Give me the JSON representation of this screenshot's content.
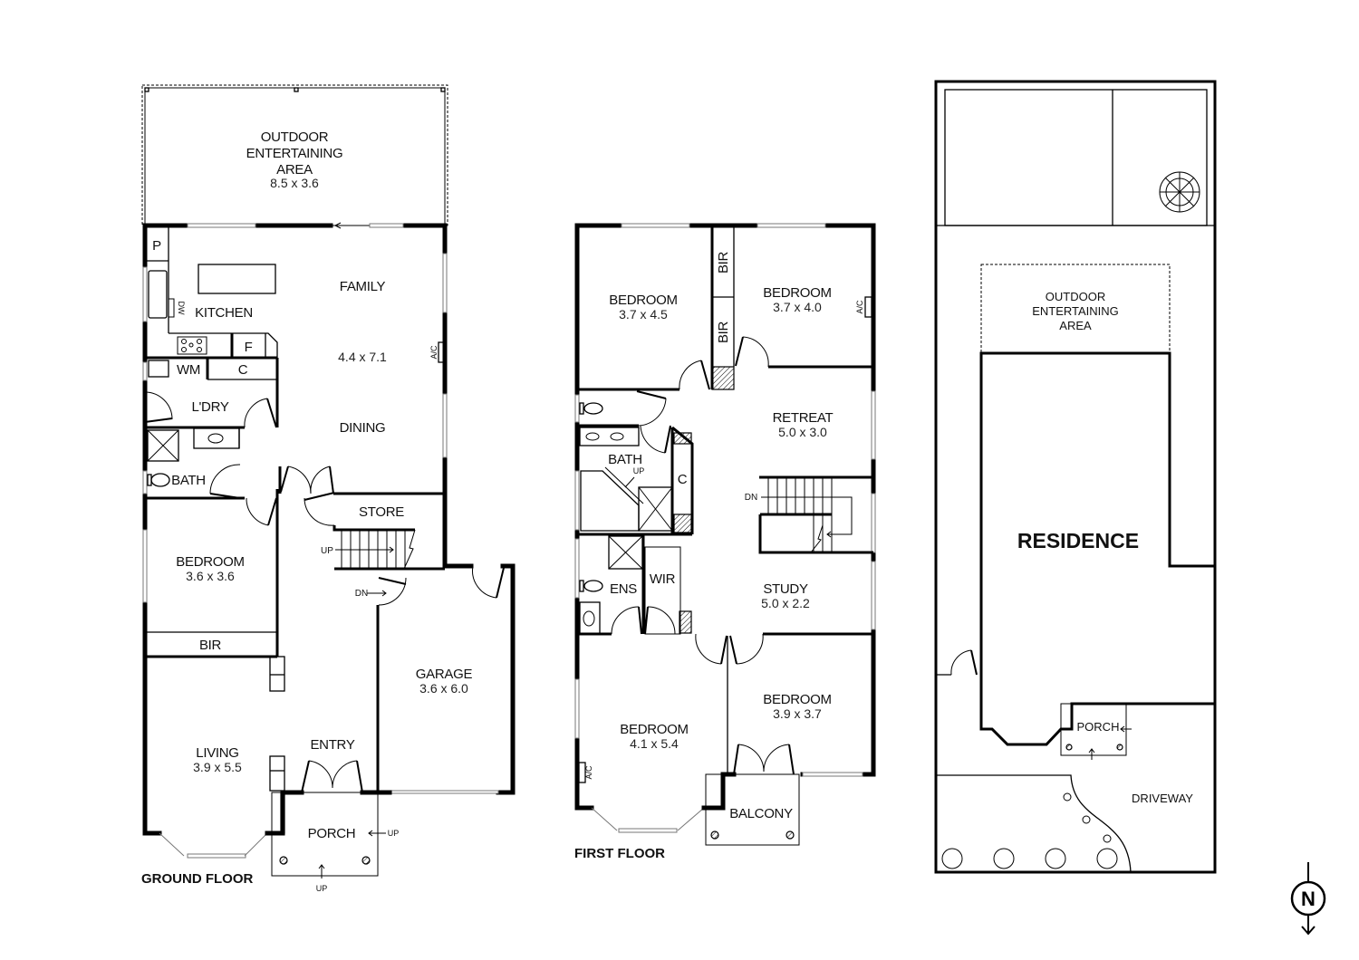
{
  "ground_floor": {
    "title": "GROUND FLOOR",
    "rooms": {
      "outdoor": {
        "name_lines": [
          "OUTDOOR",
          "ENTERTAINING",
          "AREA"
        ],
        "size": "8.5 x 3.6"
      },
      "kitchen": {
        "name": "KITCHEN"
      },
      "family": {
        "name": "FAMILY",
        "size": "4.4 x 7.1"
      },
      "dining": {
        "name": "DINING"
      },
      "pantry": {
        "name": "P"
      },
      "fridge": {
        "name": "F"
      },
      "cupboard": {
        "name": "C"
      },
      "washing_machine": {
        "name": "WM"
      },
      "laundry": {
        "name": "L'DRY"
      },
      "bath": {
        "name": "BATH"
      },
      "store": {
        "name": "STORE"
      },
      "bedroom": {
        "name": "BEDROOM",
        "size": "3.6 x 3.6"
      },
      "bir": {
        "name": "BIR"
      },
      "living": {
        "name": "LIVING",
        "size": "3.9 x 5.5"
      },
      "entry": {
        "name": "ENTRY"
      },
      "porch": {
        "name": "PORCH"
      },
      "garage": {
        "name": "GARAGE",
        "size": "3.6 x 6.0"
      }
    },
    "annotations": {
      "dw": "DW",
      "ac": "A/C",
      "up": "UP",
      "dn": "DN",
      "porch_up_side": "UP",
      "porch_up_front": "UP"
    }
  },
  "first_floor": {
    "title": "FIRST FLOOR",
    "rooms": {
      "bedroom_nw": {
        "name": "BEDROOM",
        "size": "3.7 x 4.5"
      },
      "bedroom_ne": {
        "name": "BEDROOM",
        "size": "3.7 x 4.0"
      },
      "bir_top": {
        "name": "BIR"
      },
      "bir_bottom": {
        "name": "BIR"
      },
      "retreat": {
        "name": "RETREAT",
        "size": "5.0 x 3.0"
      },
      "bath": {
        "name": "BATH"
      },
      "linen": {
        "name": "C"
      },
      "study": {
        "name": "STUDY",
        "size": "5.0 x 2.2"
      },
      "ens": {
        "name": "ENS"
      },
      "wir": {
        "name": "WIR"
      },
      "bedroom_sw": {
        "name": "BEDROOM",
        "size": "4.1 x 5.4"
      },
      "bedroom_se": {
        "name": "BEDROOM",
        "size": "3.9 x 3.7"
      },
      "balcony": {
        "name": "BALCONY"
      }
    },
    "annotations": {
      "ac_ne": "A/C",
      "ac_sw": "A/C",
      "dn": "DN",
      "bath_up": "UP"
    }
  },
  "site_plan": {
    "outdoor": {
      "name_lines": [
        "OUTDOOR",
        "ENTERTAINING",
        "AREA"
      ]
    },
    "residence": {
      "name": "RESIDENCE"
    },
    "porch": {
      "name": "PORCH"
    },
    "driveway": {
      "name": "DRIVEWAY"
    }
  },
  "north_arrow": {
    "label": "N"
  }
}
